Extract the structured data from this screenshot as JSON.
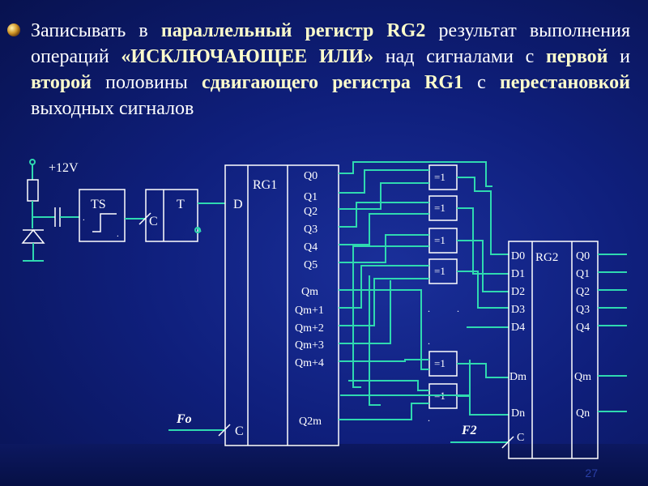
{
  "heading": {
    "t1": "Записывать в ",
    "h1": "параллельный регистр RG2",
    "t2": " результат выполнения операций ",
    "h2": "«ИСКЛЮЧАЮЩЕЕ ИЛИ»",
    "t3": " над сигналами с ",
    "h3": "первой",
    "t4": " и ",
    "h4": "второй",
    "t5": " половины ",
    "h5": "сдвигающего регистра RG1",
    "t6": " с ",
    "h6": "перестановкой",
    "t7": " выходных сигналов"
  },
  "diagram": {
    "supply": "+12V",
    "ts": "TS",
    "trigger": "T",
    "trigger_c": "C",
    "rg1": {
      "name": "RG1",
      "input_d": "D",
      "input_c": "C",
      "outputs": [
        "Q0",
        "Q1",
        "Q2",
        "Q3",
        "Q4",
        "Q5",
        "Qm",
        "Qm+1",
        "Qm+2",
        "Qm+3",
        "Qm+4",
        "Q2m"
      ]
    },
    "xor_label": "=1",
    "rg2": {
      "name": "RG2",
      "inputs": [
        "D0",
        "D1",
        "D2",
        "D3",
        "D4",
        "Dm",
        "Dn"
      ],
      "input_c": "C",
      "outputs": [
        "Q0",
        "Q1",
        "Q2",
        "Q3",
        "Q4",
        "Qm",
        "Qn"
      ]
    },
    "signal_f0": "Fo",
    "signal_f2": "F2",
    "dots": "."
  },
  "page_number": "27",
  "colors": {
    "background": "#0d1a6e",
    "wire": "#2fd9b0",
    "text": "#ffffff",
    "highlight": "#ffffcc"
  }
}
